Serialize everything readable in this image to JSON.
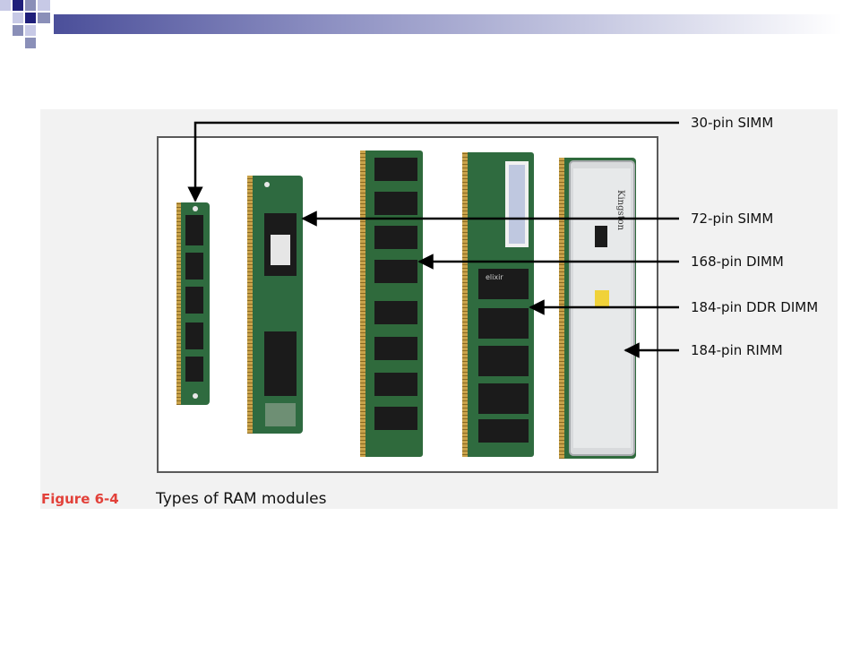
{
  "figure": {
    "callouts": [
      {
        "label": "30-pin SIMM"
      },
      {
        "label": "72-pin SIMM"
      },
      {
        "label": "168-pin DIMM"
      },
      {
        "label": "184-pin DDR DIMM"
      },
      {
        "label": "184-pin RIMM"
      }
    ],
    "caption_number": "Figure 6-4",
    "caption_text": "Types of RAM modules",
    "module_labels": [
      "elixir",
      "Kingston"
    ]
  },
  "colors": {
    "caption_accent": "#e2413a",
    "header_navy": "#1f1f7a",
    "header_slate": "#8a8fb8",
    "header_lavender": "#c7c9e6",
    "panel_gray": "#f2f2f2",
    "pcb_green": "#2f6b3f",
    "chip_black": "#1b1b1b",
    "heatspreader_silver": "#d8dadc",
    "contact_gold": "#c9a24a"
  }
}
